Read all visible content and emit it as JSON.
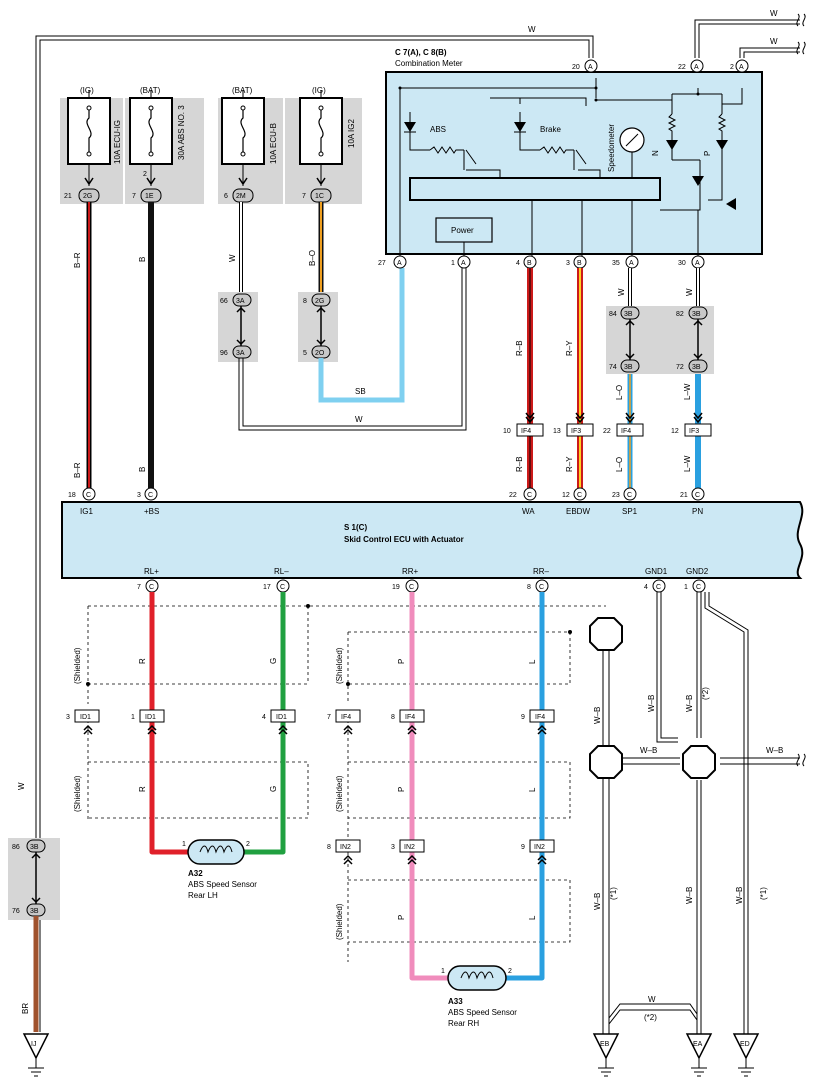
{
  "fuses": [
    {
      "source": "(IG)",
      "name": "10A ECU-IG",
      "pin": "21",
      "conn": "2G",
      "wire": "B–R"
    },
    {
      "source": "(BAT)",
      "name": "30A ABS NO. 3",
      "pin": "7",
      "conn": "1E",
      "wire": "B",
      "extra_pin": "2"
    },
    {
      "source": "(BAT)",
      "name": "10A ECU-B",
      "pin": "6",
      "conn": "2M",
      "wire": "W"
    },
    {
      "source": "(IG)",
      "name": "10A IG2",
      "pin": "7",
      "conn": "1C",
      "wire": "B–O"
    }
  ],
  "meter": {
    "title": "C 7(A), C 8(B)",
    "subtitle": "Combination Meter",
    "abs_label": "ABS",
    "brake_label": "Brake",
    "speedo_label": "Speedometer",
    "n_label": "N",
    "p_label": "P",
    "power_label": "Power",
    "top_pins": [
      {
        "num": "20",
        "id": "A"
      },
      {
        "num": "22",
        "id": "A"
      },
      {
        "num": "2",
        "id": "A"
      }
    ],
    "bottom_pins": [
      {
        "num": "27",
        "id": "A"
      },
      {
        "num": "1",
        "id": "A"
      },
      {
        "num": "4",
        "id": "B"
      },
      {
        "num": "3",
        "id": "B"
      },
      {
        "num": "35",
        "id": "A"
      },
      {
        "num": "30",
        "id": "A"
      }
    ]
  },
  "ecu": {
    "title": "S 1(C)",
    "subtitle": "Skid Control ECU with Actuator",
    "top_terms": [
      {
        "pin": "18",
        "id": "C",
        "name": "IG1"
      },
      {
        "pin": "3",
        "id": "C",
        "name": "+BS"
      },
      {
        "pin": "22",
        "id": "C",
        "name": "WA"
      },
      {
        "pin": "12",
        "id": "C",
        "name": "EBDW"
      },
      {
        "pin": "23",
        "id": "C",
        "name": "SP1"
      },
      {
        "pin": "21",
        "id": "C",
        "name": "PN"
      }
    ],
    "bottom_terms": [
      {
        "pin": "7",
        "id": "C",
        "name": "RL+"
      },
      {
        "pin": "17",
        "id": "C",
        "name": "RL–"
      },
      {
        "pin": "19",
        "id": "C",
        "name": "RR+"
      },
      {
        "pin": "8",
        "id": "C",
        "name": "RR–"
      },
      {
        "pin": "4",
        "id": "C",
        "name": "GND1"
      },
      {
        "pin": "1",
        "id": "C",
        "name": "GND2"
      }
    ]
  },
  "wires": {
    "w": "W",
    "sb": "SB",
    "rb": "R–B",
    "ry": "R–Y",
    "lo": "L–O",
    "lw": "L–W",
    "r": "R",
    "g": "G",
    "p": "P",
    "l": "L",
    "wb": "W–B",
    "br": "BR",
    "b": "B",
    "bo": "B–O",
    "br_bk": "B–R"
  },
  "junctions": {
    "j3a_top": {
      "pin": "66",
      "conn": "3A"
    },
    "j3a_bot": {
      "pin": "96",
      "conn": "3A"
    },
    "j2g_top": {
      "pin": "8",
      "conn": "2G"
    },
    "j2o_bot": {
      "pin": "5",
      "conn": "2O"
    },
    "j3b_84": {
      "pin": "84",
      "conn": "3B"
    },
    "j3b_82": {
      "pin": "82",
      "conn": "3B"
    },
    "j3b_74": {
      "pin": "74",
      "conn": "3B"
    },
    "j3b_72": {
      "pin": "72",
      "conn": "3B"
    },
    "j3b_86": {
      "pin": "86",
      "conn": "3B"
    },
    "j3b_76": {
      "pin": "76",
      "conn": "3B"
    }
  },
  "if_conns": [
    {
      "pin": "10",
      "name": "IF4"
    },
    {
      "pin": "13",
      "name": "IF3"
    },
    {
      "pin": "22",
      "name": "IF4"
    },
    {
      "pin": "12",
      "name": "IF3"
    }
  ],
  "mid_conns": [
    {
      "pin": "3",
      "name": "ID1"
    },
    {
      "pin": "1",
      "name": "ID1"
    },
    {
      "pin": "4",
      "name": "ID1"
    },
    {
      "pin": "7",
      "name": "IF4"
    },
    {
      "pin": "8",
      "name": "IF4"
    },
    {
      "pin": "9",
      "name": "IF4"
    }
  ],
  "in2_conns": [
    {
      "pin": "8",
      "name": "IN2"
    },
    {
      "pin": "3",
      "name": "IN2"
    },
    {
      "pin": "9",
      "name": "IN2"
    }
  ],
  "shielded": "(Shielded)",
  "note1": "(*1)",
  "note2": "(*2)",
  "sensors": {
    "a32": {
      "code": "A32",
      "name": "ABS Speed Sensor",
      "pos": "Rear LH",
      "pin1": "1",
      "pin2": "2"
    },
    "a33": {
      "code": "A33",
      "name": "ABS Speed Sensor",
      "pos": "Rear RH",
      "pin1": "1",
      "pin2": "2"
    }
  },
  "grounds": [
    "IJ",
    "EB",
    "EA",
    "ED"
  ]
}
